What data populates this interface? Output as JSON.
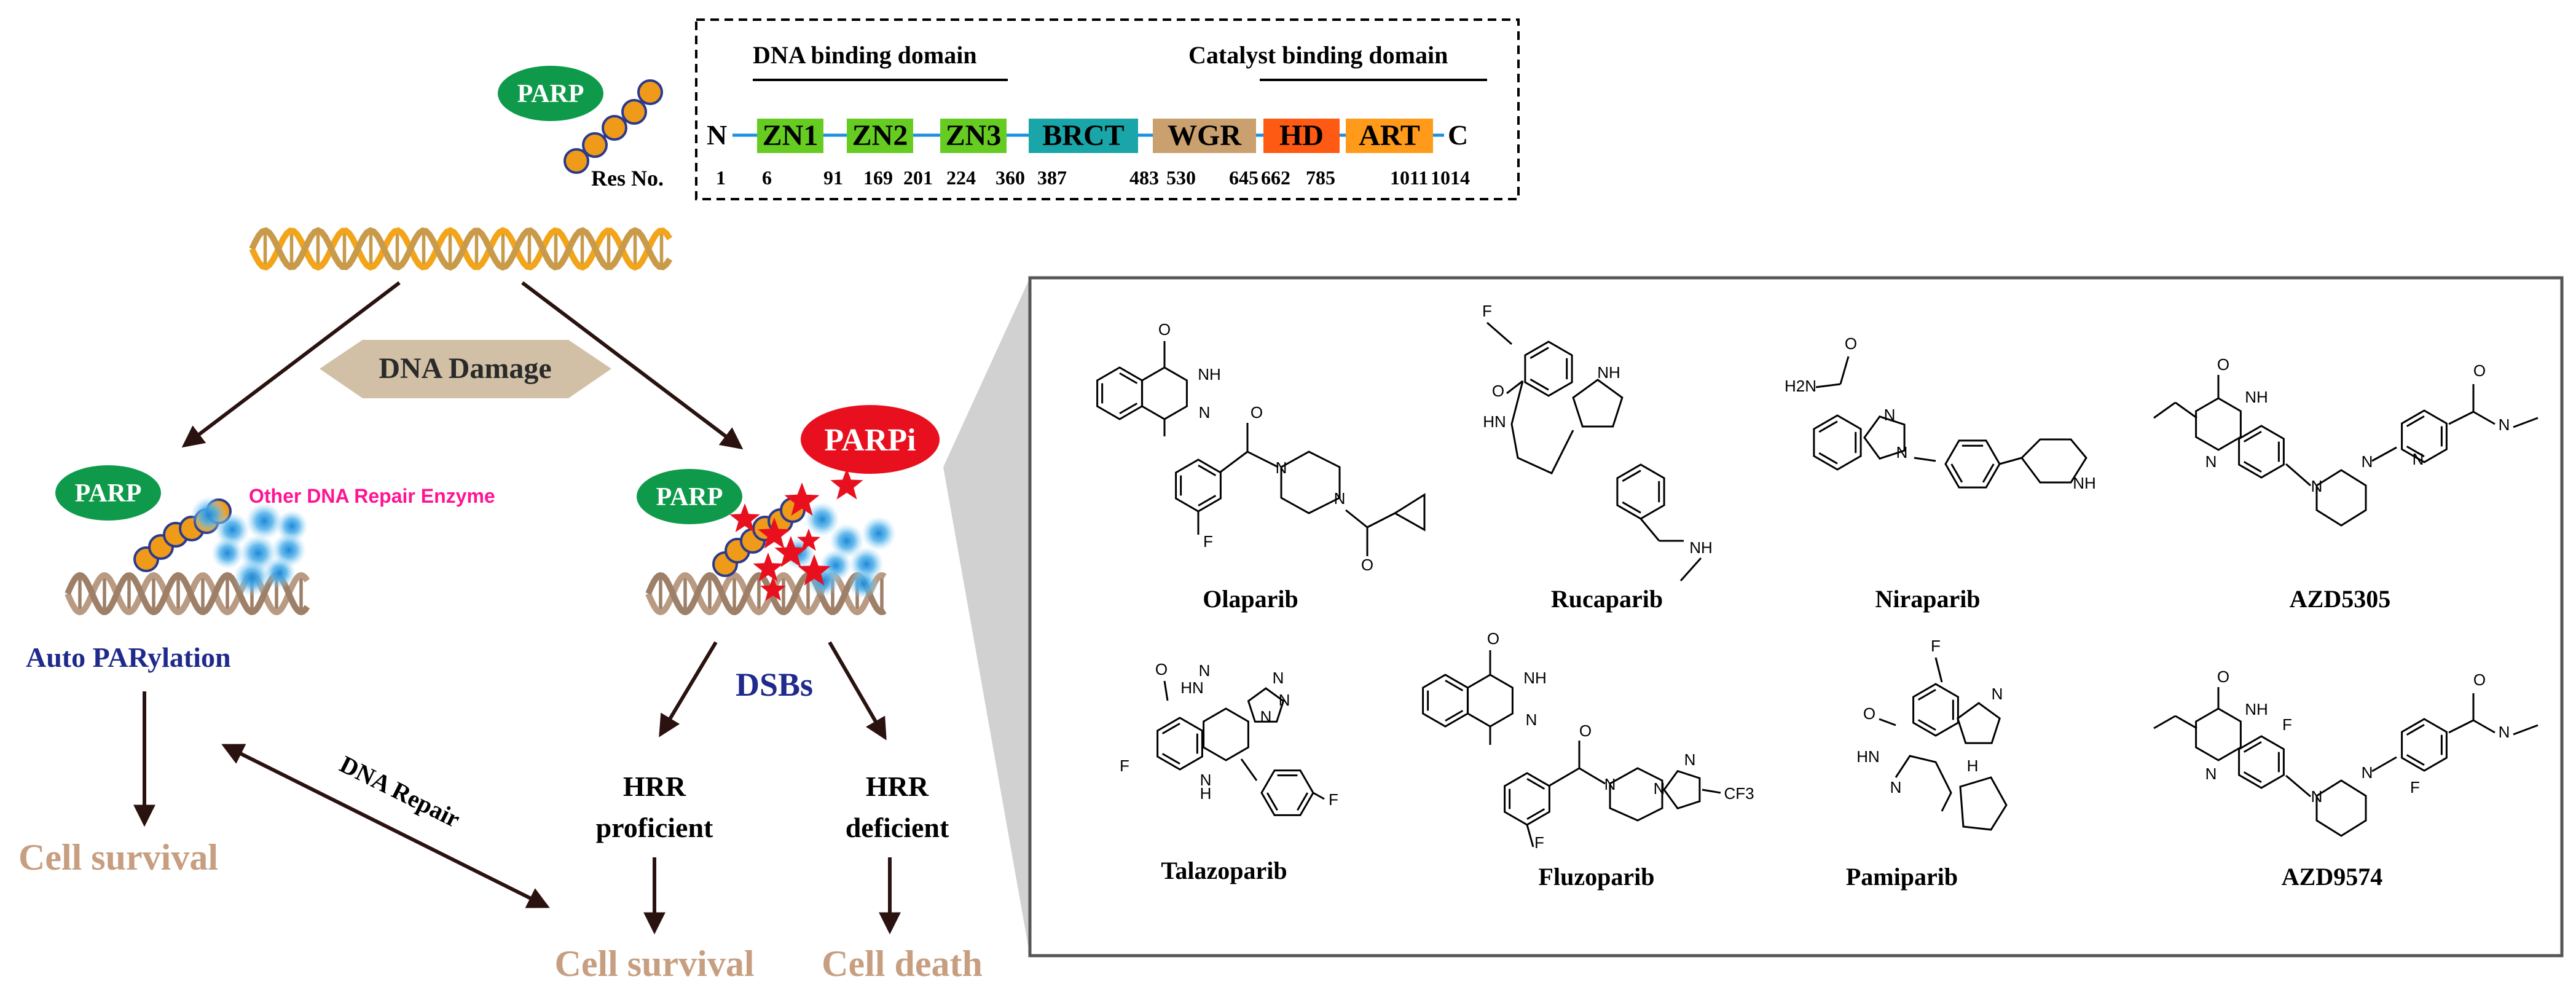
{
  "parp_top": {
    "label": "PARP",
    "res_no": "Res No."
  },
  "domain_map": {
    "dna_binding_label": "DNA binding domain",
    "catalyst_binding_label": "Catalyst binding domain",
    "n_term": "N",
    "c_term": "C",
    "domains": [
      {
        "label": "ZN1",
        "color": "#66cc22"
      },
      {
        "label": "ZN2",
        "color": "#66cc22"
      },
      {
        "label": "ZN3",
        "color": "#66cc22"
      },
      {
        "label": "BRCT",
        "color": "#1aa5a8"
      },
      {
        "label": "WGR",
        "color": "#c9a06e"
      },
      {
        "label": "HD",
        "color": "#ff5a14"
      },
      {
        "label": "ART",
        "color": "#ff9a1a"
      }
    ],
    "residues": [
      "1",
      "6",
      "91",
      "169",
      "201",
      "224",
      "360",
      "387",
      "483",
      "530",
      "645",
      "662",
      "785",
      "1011",
      "1014"
    ]
  },
  "pathway": {
    "dna_damage": "DNA Damage",
    "parpi": "PARPi",
    "left_parp": "PARP",
    "right_parp": "PARP",
    "other_enzyme": "Other DNA Repair Enzyme",
    "auto_parylation": "Auto PARylation",
    "dsbs": "DSBs",
    "hrr_proficient_1": "HRR",
    "hrr_proficient_2": "proficient",
    "hrr_deficient_1": "HRR",
    "hrr_deficient_2": "deficient",
    "cell_survival_left": "Cell survival",
    "cell_survival_bottom": "Cell survival",
    "cell_death": "Cell death",
    "dna_repair": "DNA Repair"
  },
  "drugs": {
    "names": [
      "Olaparib",
      "Rucaparib",
      "Niraparib",
      "AZD5305",
      "Talazoparib",
      "Fluzoparib",
      "Pamiparib",
      "AZD9574"
    ],
    "atoms": {
      "olaparib_o1": "O",
      "olaparib_nh": "NH",
      "olaparib_n": "N",
      "olaparib_f": "F",
      "olaparib_o2": "O",
      "olaparib_n1": "N",
      "olaparib_n2": "N",
      "olaparib_o3": "O",
      "ruca_f": "F",
      "ruca_o": "O",
      "ruca_hn": "HN",
      "ruca_nh": "NH",
      "ruca_nh2": "NH",
      "nira_h2n": "H2N",
      "nira_o": "O",
      "nira_n1": "N",
      "nira_n2": "N",
      "nira_nh": "NH",
      "azd5305_o1": "O",
      "azd5305_nh1": "NH",
      "azd5305_n": "N",
      "azd5305_n1": "N",
      "azd5305_n2": "N",
      "azd5305_n3": "N",
      "azd5305_o2": "O",
      "azd5305_nh2": "N",
      "tala_o": "O",
      "tala_hn": "HN",
      "tala_n": "N",
      "tala_n1": "N",
      "tala_n2": "N",
      "tala_n3": "N",
      "tala_f1": "F",
      "tala_nh": "N",
      "tala_h": "H",
      "tala_f2": "F",
      "fluz_o1": "O",
      "fluz_nh": "NH",
      "fluz_n": "N",
      "fluz_f": "F",
      "fluz_o2": "O",
      "fluz_n1": "N",
      "fluz_n2": "N",
      "fluz_n3": "N",
      "fluz_cf3": "CF3",
      "pami_f": "F",
      "pami_o": "O",
      "pami_hn": "HN",
      "pami_n": "N",
      "pami_nh": "N",
      "pami_nh2": "H",
      "azd9574_o1": "O",
      "azd9574_nh1": "NH",
      "azd9574_n": "N",
      "azd9574_f1": "F",
      "azd9574_n1": "N",
      "azd9574_n2": "N",
      "azd9574_f2": "F",
      "azd9574_o2": "O",
      "azd9574_nh2": "N"
    }
  },
  "colors": {
    "parp_green": "#0e9a4a",
    "parpi_red": "#e8101e",
    "beige": "#c79e80",
    "navy": "#1f2a8c",
    "magenta": "#ff1493",
    "dna_orange": "#f2a51a",
    "dna_tan": "#b99a82",
    "bead": "#f09a1a",
    "bead_stroke": "#2a3a8c"
  }
}
